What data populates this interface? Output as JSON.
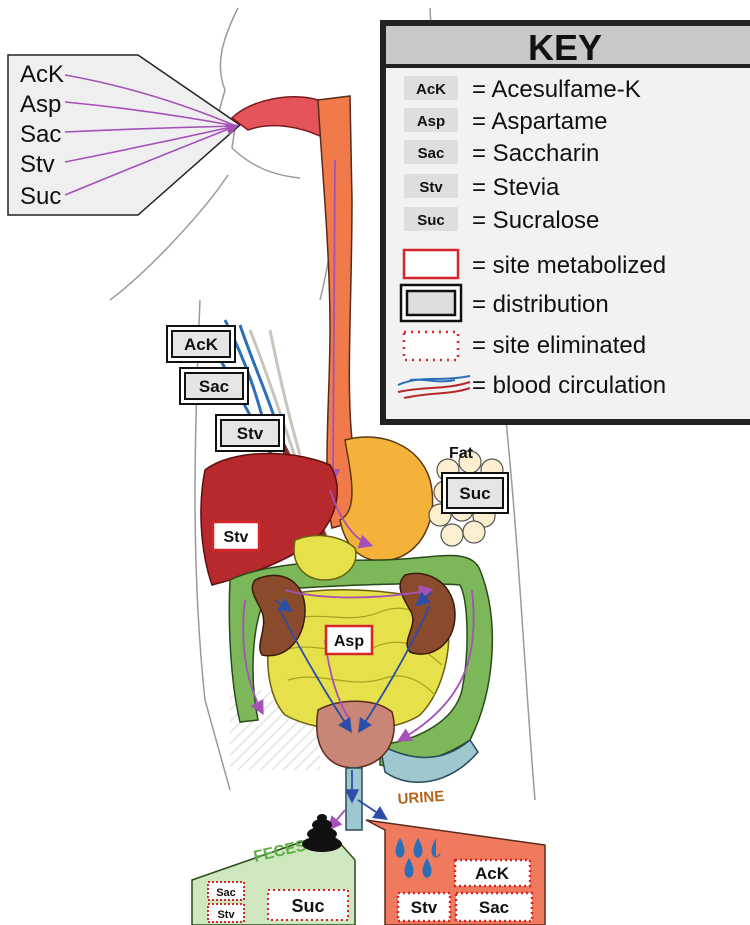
{
  "source_labels": [
    "AcK",
    "Asp",
    "Sac",
    "Stv",
    "Suc"
  ],
  "key": {
    "title": "KEY",
    "entries": [
      {
        "abbr": "AcK",
        "text": "= Acesulfame-K"
      },
      {
        "abbr": "Asp",
        "text": "= Aspartame"
      },
      {
        "abbr": "Sac",
        "text": "= Saccharin"
      },
      {
        "abbr": "Stv",
        "text": "= Stevia"
      },
      {
        "abbr": "Suc",
        "text": "= Sucralose"
      },
      {
        "symbol": "red-outline-box",
        "text": "= site metabolized"
      },
      {
        "symbol": "double-black-box",
        "text": "= distribution"
      },
      {
        "symbol": "red-dotted-box",
        "text": "= site eliminated"
      },
      {
        "symbol": "blood-vessel-icon",
        "text": "= blood circulation"
      }
    ]
  },
  "distribution_labels": {
    "ack": "AcK",
    "sac": "Sac",
    "stv": "Stv",
    "suc": "Suc"
  },
  "fat_label": "Fat",
  "metabolized_labels": {
    "liver": "Stv",
    "intestine": "Asp"
  },
  "urine": {
    "title": "URINE",
    "items": [
      "AcK",
      "Stv",
      "Sac"
    ]
  },
  "feces": {
    "title": "FECES",
    "items": [
      "Sac",
      "Stv",
      "Suc"
    ]
  },
  "colors": {
    "metabolized": "#d7262a",
    "flow_purple": "#a552b8",
    "flow_blue": "#2b4fa8",
    "liver": "#b8292d",
    "stomach": "#f4b23a",
    "small_intestine": "#e6e04a",
    "colon": "#7cb85a",
    "kidney": "#8a4a2c",
    "bladder": "#c98575",
    "urine_panel": "#f07a5e",
    "feces_panel": "#cfe7bf",
    "fat": "#fbefcf",
    "key_header": "#c8c8c8",
    "key_body": "#f2f2f2"
  }
}
